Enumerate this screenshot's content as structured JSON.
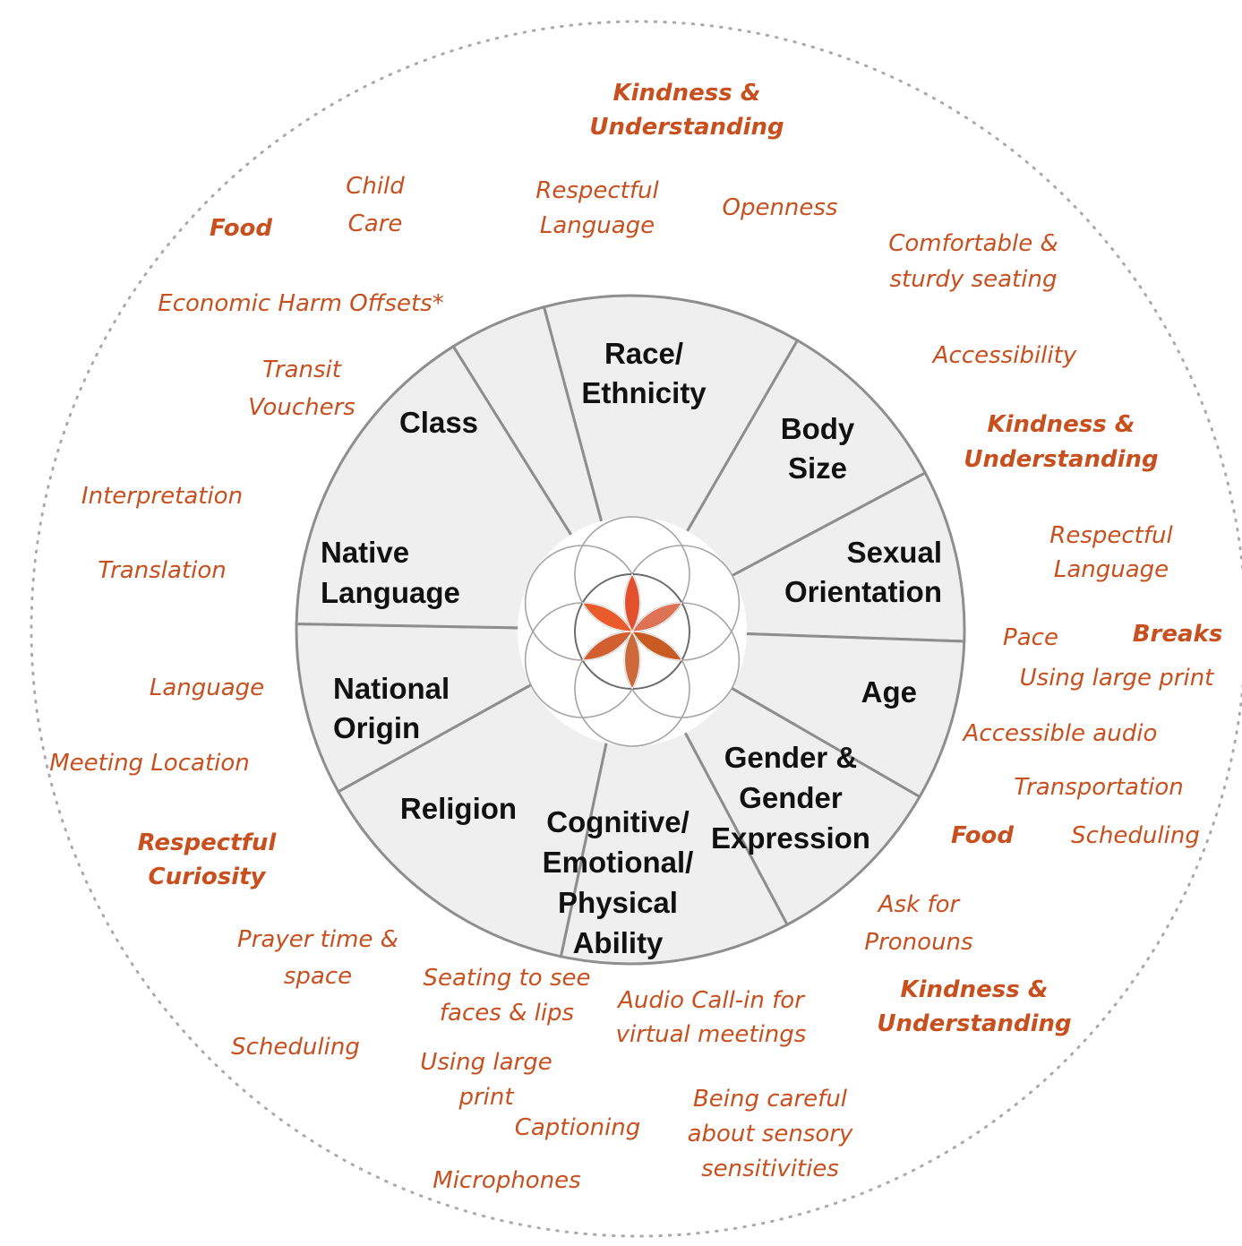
{
  "colors": {
    "accent": "#c8501e",
    "wedge_fill": "#efefef",
    "wedge_stroke": "#8e8e8e",
    "petals": [
      "#e3502d",
      "#dd7255",
      "#c85a24",
      "#cd6a3c",
      "#d25f32",
      "#ea5b2b"
    ]
  },
  "segments": [
    {
      "id": "race",
      "lines": [
        "Race/",
        "Ethnicity"
      ]
    },
    {
      "id": "body",
      "lines": [
        "Body",
        "Size"
      ]
    },
    {
      "id": "sexual",
      "lines": [
        "Sexual",
        "Orientation"
      ]
    },
    {
      "id": "age",
      "lines": [
        "Age"
      ]
    },
    {
      "id": "gender",
      "lines": [
        "Gender &",
        "Gender",
        "Expression"
      ]
    },
    {
      "id": "ability",
      "lines": [
        "Cognitive/",
        "Emotional/",
        "Physical",
        "Ability"
      ]
    },
    {
      "id": "religion",
      "lines": [
        "Religion"
      ]
    },
    {
      "id": "national",
      "lines": [
        "National",
        "Origin"
      ]
    },
    {
      "id": "native",
      "lines": [
        "Native",
        "Language"
      ]
    },
    {
      "id": "class",
      "lines": [
        "Class"
      ]
    }
  ],
  "accommodations": [
    {
      "lines": [
        "Kindness &",
        "Understanding"
      ],
      "bold": true
    },
    {
      "lines": [
        "Child",
        "Care"
      ],
      "bold": false
    },
    {
      "lines": [
        "Food"
      ],
      "bold": true
    },
    {
      "lines": [
        "Respectful",
        "Language"
      ],
      "bold": false
    },
    {
      "lines": [
        "Openness"
      ],
      "bold": false
    },
    {
      "lines": [
        "Comfortable &",
        "sturdy seating"
      ],
      "bold": false
    },
    {
      "lines": [
        "Economic Harm Offsets*"
      ],
      "bold": false
    },
    {
      "lines": [
        "Accessibility"
      ],
      "bold": false
    },
    {
      "lines": [
        "Transit",
        "Vouchers"
      ],
      "bold": false
    },
    {
      "lines": [
        "Kindness &",
        "Understanding"
      ],
      "bold": true
    },
    {
      "lines": [
        "Interpretation"
      ],
      "bold": false
    },
    {
      "lines": [
        "Respectful",
        "Language"
      ],
      "bold": false
    },
    {
      "lines": [
        "Translation"
      ],
      "bold": false
    },
    {
      "lines": [
        "Pace"
      ],
      "bold": false
    },
    {
      "lines": [
        "Breaks"
      ],
      "bold": true
    },
    {
      "lines": [
        "Using large print"
      ],
      "bold": false
    },
    {
      "lines": [
        "Language"
      ],
      "bold": false
    },
    {
      "lines": [
        "Accessible audio"
      ],
      "bold": false
    },
    {
      "lines": [
        "Meeting Location"
      ],
      "bold": false
    },
    {
      "lines": [
        "Transportation"
      ],
      "bold": false
    },
    {
      "lines": [
        "Food"
      ],
      "bold": true
    },
    {
      "lines": [
        "Scheduling"
      ],
      "bold": false
    },
    {
      "lines": [
        "Respectful",
        "Curiosity"
      ],
      "bold": true
    },
    {
      "lines": [
        "Ask for",
        "Pronouns"
      ],
      "bold": false
    },
    {
      "lines": [
        "Prayer time &",
        "space"
      ],
      "bold": false
    },
    {
      "lines": [
        "Seating to see",
        "faces & lips"
      ],
      "bold": false
    },
    {
      "lines": [
        "Audio Call-in for",
        "virtual meetings"
      ],
      "bold": false
    },
    {
      "lines": [
        "Kindness &",
        "Understanding"
      ],
      "bold": true
    },
    {
      "lines": [
        "Scheduling"
      ],
      "bold": false
    },
    {
      "lines": [
        "Using large",
        "print"
      ],
      "bold": false
    },
    {
      "lines": [
        "Being careful",
        "about sensory",
        "sensitivities"
      ],
      "bold": false
    },
    {
      "lines": [
        "Captioning"
      ],
      "bold": false
    },
    {
      "lines": [
        "Microphones"
      ],
      "bold": false
    }
  ]
}
